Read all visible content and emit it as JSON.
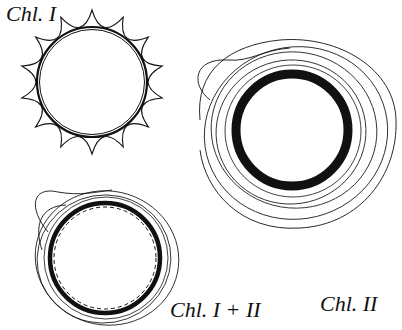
{
  "diagram": {
    "labels": [
      "Chl. I",
      "Chl. II",
      "Chl. I + II"
    ]
  }
}
